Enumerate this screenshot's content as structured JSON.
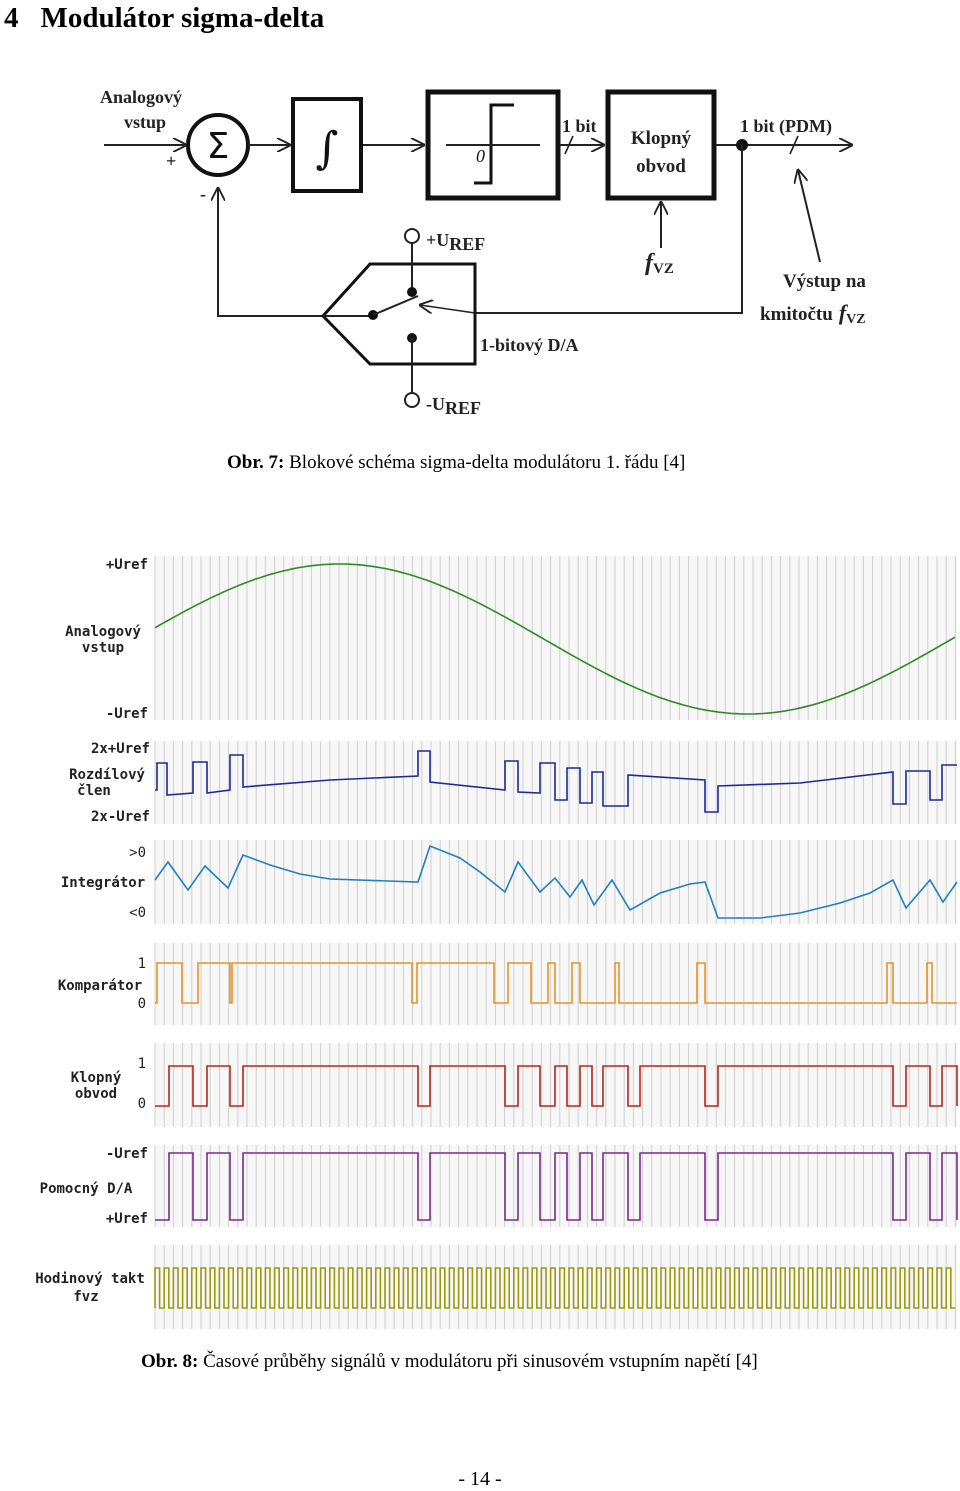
{
  "section": {
    "number": "4",
    "title": "Modulátor sigma-delta"
  },
  "figure1": {
    "caption_label": "Obr. 7:",
    "caption_text": " Blokové schéma sigma-delta modulátoru 1. řádu [4]",
    "labels": {
      "input_line1": "Analogový",
      "input_line2": "vstup",
      "plus": "+",
      "minus": "-",
      "sigma": "Σ",
      "integral": "∫",
      "zero": "0",
      "one_bit": "1 bit",
      "flipflop_line1": "Klopný",
      "flipflop_line2": "obvod",
      "one_bit_pdm": "1 bit (PDM)",
      "fvz_f": "f",
      "fvz_sub": "VZ",
      "output_line1": "Výstup na",
      "output_line2": "kmitočtu",
      "output_f": "f",
      "output_sub": "VZ",
      "uref_plus": "+U",
      "uref_plus_sub": "REF",
      "uref_minus": "-U",
      "uref_minus_sub": "REF",
      "dac": "1-bitový D/A"
    }
  },
  "figure2": {
    "caption_label": "Obr. 8:",
    "caption_text": " Časové průběhy signálů v modulátoru při sinusovém vstupním napětí [4]",
    "panels": {
      "input": {
        "top": "+Uref",
        "name1": "Analogový",
        "name2": "vstup",
        "bottom": "-Uref",
        "color": "#2e8b22"
      },
      "difference": {
        "top": "2x+Uref",
        "name1": "Rozdílový",
        "name2": "člen",
        "bottom": "2x-Uref",
        "color": "#1a2a9a"
      },
      "integrator": {
        "top": ">0",
        "name1": "Integrátor",
        "bottom": "<0",
        "color": "#1f7fc4"
      },
      "comparator": {
        "top": "1",
        "name1": "Komparátor",
        "bottom": "0",
        "color": "#e8922a"
      },
      "flipflop": {
        "top": "1",
        "name1": "Klopný",
        "name2": "obvod",
        "bottom": "0",
        "color": "#b8251b"
      },
      "dac": {
        "top": "-Uref",
        "name1": "Pomocný D/A",
        "bottom": "+Uref",
        "color": "#7a2a8a"
      },
      "clock": {
        "name1": "Hodinový takt",
        "name2": "fvz",
        "color": "#9a9a10"
      }
    }
  },
  "page_number": "- 14 -"
}
